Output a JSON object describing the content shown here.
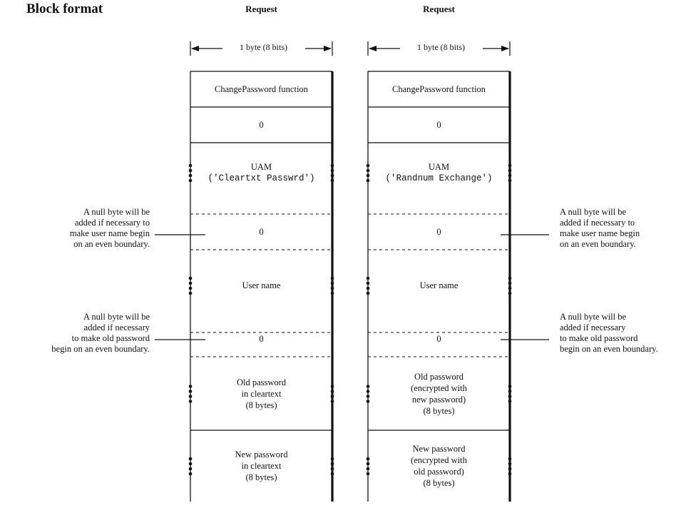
{
  "page_title": "Block format",
  "packets": [
    {
      "title": "Request",
      "width_label": "1 byte (8 bits)",
      "fields": [
        {
          "lines": [
            "ChangePassword function"
          ]
        },
        {
          "lines": [
            "0"
          ]
        },
        {
          "lines": [
            "UAM",
            "('Cleartxt Passwrd')"
          ],
          "mono_line": 1
        },
        {
          "lines": [
            "0"
          ]
        },
        {
          "lines": [
            "User name"
          ]
        },
        {
          "lines": [
            "0"
          ]
        },
        {
          "lines": [
            "Old password",
            "in cleartext",
            "(8 bytes)"
          ]
        },
        {
          "lines": [
            "New password",
            "in cleartext",
            "(8 bytes)"
          ]
        }
      ],
      "notes": [
        {
          "lines": [
            "A null byte will be",
            "added if necessary to",
            "make user name begin",
            "on an even boundary."
          ]
        },
        {
          "lines": [
            "A null byte will be",
            "added if necessary",
            "to make old password",
            "begin on an even boundary."
          ]
        }
      ]
    },
    {
      "title": "Request",
      "width_label": "1 byte (8 bits)",
      "fields": [
        {
          "lines": [
            "ChangePassword function"
          ]
        },
        {
          "lines": [
            "0"
          ]
        },
        {
          "lines": [
            "UAM",
            "('Randnum Exchange')"
          ],
          "mono_line": 1
        },
        {
          "lines": [
            "0"
          ]
        },
        {
          "lines": [
            "User name"
          ]
        },
        {
          "lines": [
            "0"
          ]
        },
        {
          "lines": [
            "Old password",
            "(encrypted with",
            "new password)",
            "(8 bytes)"
          ]
        },
        {
          "lines": [
            "New password",
            "(encrypted with",
            "old password)",
            "(8 bytes)"
          ]
        }
      ],
      "notes": [
        {
          "lines": [
            "A null byte will be",
            "added if necessary to",
            "make user name begin",
            "on an even boundary."
          ]
        },
        {
          "lines": [
            "A null byte will be",
            "added if necessary",
            "to make old password",
            "begin on an even boundary."
          ]
        }
      ]
    }
  ]
}
